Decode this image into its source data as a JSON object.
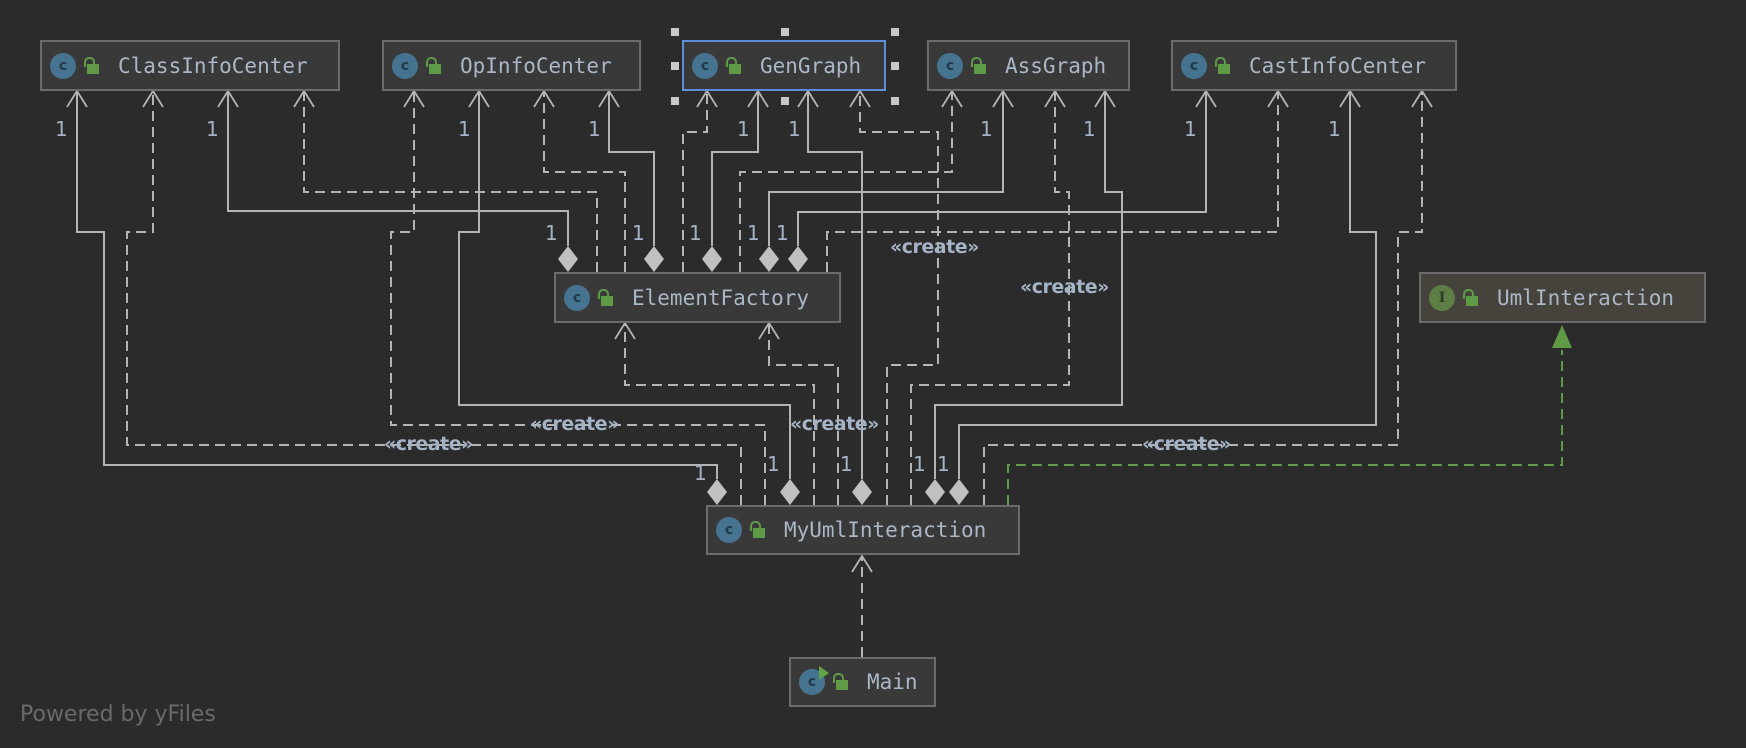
{
  "colors": {
    "background": "#2b2b2b",
    "edge": "#b4b4b4",
    "realization_edge": "#5f9a47",
    "selection": "#5a8fd8",
    "class_icon": "#467490",
    "interface_icon": "#5d7f46",
    "label_text": "#a9b7c6"
  },
  "nodes": [
    {
      "id": "ClassInfoCenter",
      "label": "ClassInfoCenter",
      "kind": "class",
      "icon": "class-icon",
      "visibility": "public",
      "selected": false
    },
    {
      "id": "OpInfoCenter",
      "label": "OpInfoCenter",
      "kind": "class",
      "icon": "class-icon",
      "visibility": "public",
      "selected": false
    },
    {
      "id": "GenGraph",
      "label": "GenGraph",
      "kind": "class",
      "icon": "class-icon",
      "visibility": "public",
      "selected": true
    },
    {
      "id": "AssGraph",
      "label": "AssGraph",
      "kind": "class",
      "icon": "class-icon",
      "visibility": "public",
      "selected": false
    },
    {
      "id": "CastInfoCenter",
      "label": "CastInfoCenter",
      "kind": "class",
      "icon": "class-icon",
      "visibility": "public",
      "selected": false
    },
    {
      "id": "ElementFactory",
      "label": "ElementFactory",
      "kind": "class",
      "icon": "class-icon",
      "visibility": "public",
      "selected": false
    },
    {
      "id": "UmlInteraction",
      "label": "UmlInteraction",
      "kind": "interface",
      "icon": "interface-icon",
      "visibility": "public",
      "selected": false
    },
    {
      "id": "MyUmlInteraction",
      "label": "MyUmlInteraction",
      "kind": "class",
      "icon": "class-icon",
      "visibility": "public",
      "selected": false
    },
    {
      "id": "Main",
      "label": "Main",
      "kind": "class",
      "icon": "runnable-class-icon",
      "visibility": "public",
      "selected": false
    }
  ],
  "edges": [
    {
      "from": "ElementFactory",
      "to": "ClassInfoCenter",
      "type": "composition",
      "multiplicity": "1"
    },
    {
      "from": "ElementFactory",
      "to": "ClassInfoCenter",
      "type": "dependency"
    },
    {
      "from": "ElementFactory",
      "to": "OpInfoCenter",
      "type": "composition",
      "multiplicity": "1"
    },
    {
      "from": "ElementFactory",
      "to": "OpInfoCenter",
      "type": "dependency"
    },
    {
      "from": "ElementFactory",
      "to": "GenGraph",
      "type": "composition",
      "multiplicity": "1"
    },
    {
      "from": "ElementFactory",
      "to": "GenGraph",
      "type": "dependency"
    },
    {
      "from": "ElementFactory",
      "to": "AssGraph",
      "type": "composition",
      "multiplicity": "1"
    },
    {
      "from": "ElementFactory",
      "to": "AssGraph",
      "type": "dependency"
    },
    {
      "from": "ElementFactory",
      "to": "CastInfoCenter",
      "type": "composition",
      "multiplicity": "1"
    },
    {
      "from": "ElementFactory",
      "to": "CastInfoCenter",
      "type": "dependency"
    },
    {
      "from": "MyUmlInteraction",
      "to": "ClassInfoCenter",
      "type": "composition",
      "multiplicity": "1"
    },
    {
      "from": "MyUmlInteraction",
      "to": "ClassInfoCenter",
      "type": "dependency",
      "stereotype": "«create»"
    },
    {
      "from": "MyUmlInteraction",
      "to": "OpInfoCenter",
      "type": "composition",
      "multiplicity": "1"
    },
    {
      "from": "MyUmlInteraction",
      "to": "OpInfoCenter",
      "type": "dependency",
      "stereotype": "«create»"
    },
    {
      "from": "MyUmlInteraction",
      "to": "GenGraph",
      "type": "composition",
      "multiplicity": "1"
    },
    {
      "from": "MyUmlInteraction",
      "to": "GenGraph",
      "type": "dependency",
      "stereotype": "«create»"
    },
    {
      "from": "MyUmlInteraction",
      "to": "AssGraph",
      "type": "composition",
      "multiplicity": "1"
    },
    {
      "from": "MyUmlInteraction",
      "to": "AssGraph",
      "type": "dependency",
      "stereotype": "«create»"
    },
    {
      "from": "MyUmlInteraction",
      "to": "CastInfoCenter",
      "type": "composition",
      "multiplicity": "1"
    },
    {
      "from": "MyUmlInteraction",
      "to": "CastInfoCenter",
      "type": "dependency",
      "stereotype": "«create»"
    },
    {
      "from": "MyUmlInteraction",
      "to": "ElementFactory",
      "type": "dependency",
      "stereotype": "«create»"
    },
    {
      "from": "MyUmlInteraction",
      "to": "ElementFactory",
      "type": "dependency"
    },
    {
      "from": "MyUmlInteraction",
      "to": "UmlInteraction",
      "type": "realization"
    },
    {
      "from": "Main",
      "to": "MyUmlInteraction",
      "type": "dependency"
    }
  ],
  "multiplicity_labels": [
    "1",
    "1",
    "1",
    "1",
    "1",
    "1",
    "1",
    "1",
    "1",
    "1",
    "1",
    "1",
    "1",
    "1",
    "1",
    "1",
    "1",
    "1",
    "1",
    "1"
  ],
  "stereotype_labels": [
    "«create»",
    "«create»",
    "«create»",
    "«create»",
    "«create»",
    "«create»"
  ],
  "footer": {
    "powered_by": "Powered by yFiles"
  }
}
